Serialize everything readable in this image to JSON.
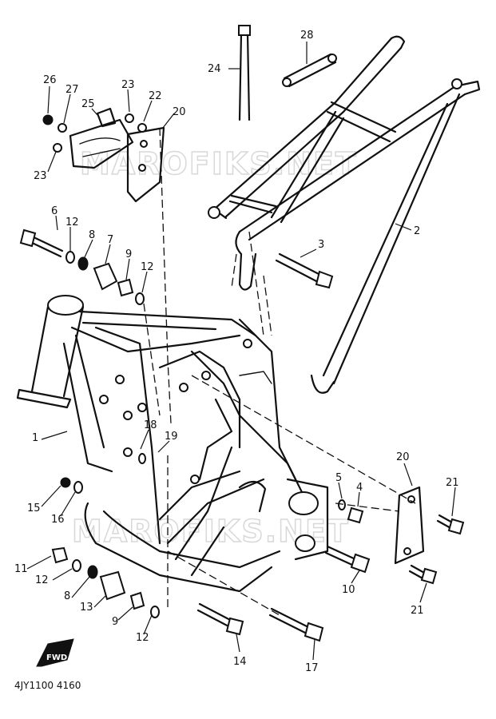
{
  "diagram": {
    "code": "4JY1100 4160",
    "watermark": "MAROFIKS.NET",
    "fwd_label": "FWD",
    "callouts": [
      {
        "id": "c1",
        "label": "1"
      },
      {
        "id": "c2",
        "label": "2"
      },
      {
        "id": "c3",
        "label": "3"
      },
      {
        "id": "c4",
        "label": "4"
      },
      {
        "id": "c5",
        "label": "5"
      },
      {
        "id": "c6",
        "label": "6"
      },
      {
        "id": "c7",
        "label": "7"
      },
      {
        "id": "c8a",
        "label": "8"
      },
      {
        "id": "c8b",
        "label": "8"
      },
      {
        "id": "c9a",
        "label": "9"
      },
      {
        "id": "c9b",
        "label": "9"
      },
      {
        "id": "c10",
        "label": "10"
      },
      {
        "id": "c11",
        "label": "11"
      },
      {
        "id": "c12a",
        "label": "12"
      },
      {
        "id": "c12b",
        "label": "12"
      },
      {
        "id": "c12c",
        "label": "12"
      },
      {
        "id": "c12d",
        "label": "12"
      },
      {
        "id": "c13",
        "label": "13"
      },
      {
        "id": "c14",
        "label": "14"
      },
      {
        "id": "c15",
        "label": "15"
      },
      {
        "id": "c16",
        "label": "16"
      },
      {
        "id": "c17",
        "label": "17"
      },
      {
        "id": "c18",
        "label": "18"
      },
      {
        "id": "c19",
        "label": "19"
      },
      {
        "id": "c20a",
        "label": "20"
      },
      {
        "id": "c20b",
        "label": "20"
      },
      {
        "id": "c21a",
        "label": "21"
      },
      {
        "id": "c21b",
        "label": "21"
      },
      {
        "id": "c22",
        "label": "22"
      },
      {
        "id": "c23a",
        "label": "23"
      },
      {
        "id": "c23b",
        "label": "23"
      },
      {
        "id": "c24",
        "label": "24"
      },
      {
        "id": "c25",
        "label": "25"
      },
      {
        "id": "c26",
        "label": "26"
      },
      {
        "id": "c27",
        "label": "27"
      },
      {
        "id": "c28",
        "label": "28"
      }
    ]
  }
}
